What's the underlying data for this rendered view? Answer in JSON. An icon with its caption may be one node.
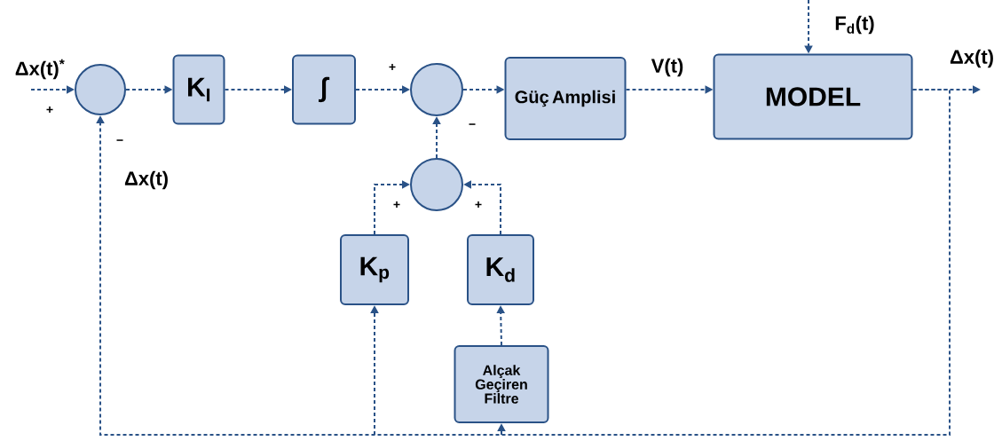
{
  "diagram": {
    "nodes": [
      {
        "text": [],
        "shape": "circle"
      },
      {
        "text": [
          "K$_{I}$"
        ]
      },
      {
        "text": [
          "∫"
        ]
      },
      {
        "text": [],
        "shape": "circle"
      },
      {
        "text": [
          "Güç Amplisi"
        ]
      },
      {
        "text": [
          "MODEL"
        ]
      },
      {
        "text": [],
        "shape": "circle"
      },
      {
        "text": [
          "K$_{p}$"
        ]
      },
      {
        "text": [
          "K$_{d}$"
        ]
      },
      {
        "text": [
          "Alçak Geçiren Filtre"
        ]
      }
    ],
    "edges": [
      {
        "from": null,
        "to": 0,
        "arrow": "to",
        "label": "Δx(t)$^{*}$"
      },
      {
        "from": 0,
        "to": 1,
        "arrow": "to"
      },
      {
        "from": 1,
        "to": 2,
        "arrow": "to"
      },
      {
        "from": 2,
        "to": 3,
        "arrow": "to"
      },
      {
        "from": 3,
        "to": 4,
        "arrow": "to"
      },
      {
        "from": 4,
        "to": 5,
        "arrow": "to",
        "label": "V(t)"
      },
      {
        "from": null,
        "to": 5,
        "arrow": "to",
        "label": "F$_{d}$(t)"
      },
      {
        "from": 5,
        "to": null,
        "arrow": "to",
        "label": "Δx(t)"
      },
      {
        "from": 5,
        "to": 0,
        "arrow": "to",
        "label": "Δx(t)"
      },
      {
        "from": 5,
        "to": 7,
        "arrow": "to"
      },
      {
        "from": 5,
        "to": 9,
        "arrow": "to"
      },
      {
        "from": 9,
        "to": 8,
        "arrow": "to"
      },
      {
        "from": 8,
        "to": 6,
        "arrow": "to"
      },
      {
        "from": 7,
        "to": 6,
        "arrow": "to"
      },
      {
        "from": 6,
        "to": 3,
        "arrow": "to"
      }
    ],
    "labels": [
      "+",
      "−",
      "+",
      "−",
      "+",
      "+"
    ]
  }
}
